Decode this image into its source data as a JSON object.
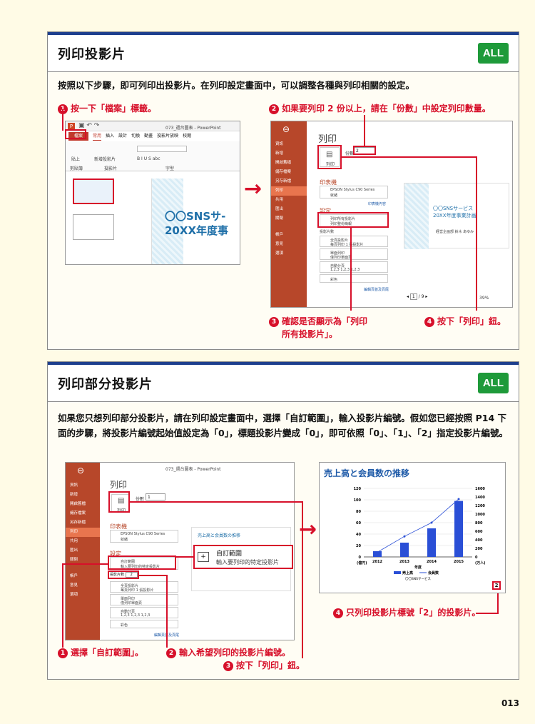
{
  "section1": {
    "title": "列印投影片",
    "badge": "ALL",
    "description": "按照以下步驟，即可列印出投影片。在列印設定畫面中，可以調整各種與列印相關的設定。",
    "callouts": [
      {
        "num": "1",
        "text": "按一下「檔案」標籤。"
      },
      {
        "num": "2",
        "text": "如果要列印 2 份以上，請在「份數」中設定列印數量。"
      },
      {
        "num": "3",
        "text": "確認是否顯示為「列印"
      },
      {
        "num": "",
        "text": "所有投影片」。"
      },
      {
        "num": "4",
        "text": "按下「列印」鈕。"
      }
    ],
    "ppt": {
      "title": "073_週台圖表 - PowerPoint",
      "tabs": [
        "檔案",
        "常用",
        "插入",
        "設計",
        "切換",
        "動畫",
        "投影片放映",
        "校閱"
      ],
      "groups": [
        "剪貼簿",
        "投影片",
        "字型"
      ],
      "paste": "貼上",
      "new_slide": "新增投影片",
      "slide_text1": "〇〇SNSサ-",
      "slide_text2": "20XX年度事"
    },
    "print": {
      "heading": "列印",
      "copies_label": "份數",
      "copies_value": "2",
      "print_btn": "列印",
      "printer_heading": "印表機",
      "printer_name": "EPSON Stylus C90 Series",
      "printer_status": "就緒",
      "printer_props": "印表機內容",
      "settings_heading": "設定",
      "opt_all": "列印所有投影片",
      "opt_all_sub": "列印整份簡報",
      "slides_label": "投影片數",
      "opt_full": "全頁投影片",
      "opt_full_sub": "每頁列印 1 張投影片",
      "opt_one": "單面列印",
      "opt_one_sub": "僅列印單面頁",
      "opt_collate": "自動分頁",
      "opt_collate_sub": "1,2,3  1,2,3  1,2,3",
      "opt_color": "彩色",
      "edit_hf": "編輯頁首及頁尾",
      "preview_t1": "〇〇SNSサービス",
      "preview_t2": "20XX年度事業計画",
      "preview_t3": "経営企画部  鈴木  あゆみ",
      "page_nav": "1",
      "page_total": "/ 9 ▸",
      "zoom": "39%",
      "side_items": [
        "資訊",
        "新增",
        "開啟舊檔",
        "儲存檔案",
        "另存新檔",
        "列印",
        "共用",
        "匯出",
        "關閉",
        "帳戶",
        "意見",
        "選項"
      ]
    }
  },
  "section2": {
    "title": "列印部分投影片",
    "badge": "ALL",
    "description": "如果您只想列印部分投影片，請在列印設定畫面中，選擇「自訂範圍」，輸入投影片編號。假如您已經按照 P14 下面的步驟，將投影片編號起始值設定為「0」，標題投影片變成「0」，即可依照「0」、「1」、「2」指定投影片編號。",
    "callouts": [
      {
        "num": "1",
        "text": "選擇「自訂範圍」。"
      },
      {
        "num": "2",
        "text": "輸入希望列印的投影片編號。"
      },
      {
        "num": "3",
        "text": "按下「列印」鈕。"
      },
      {
        "num": "4",
        "text": "只列印投影片標號「2」的投影片。"
      }
    ],
    "print": {
      "title": "073_週台圖表 - PowerPoint",
      "heading": "列印",
      "copies_label": "份數",
      "copies_value": "1",
      "print_btn": "列印",
      "custom_range": "自訂範圍",
      "custom_range_sub": "輸入要列印的特定投影片",
      "slides_label": "投影片數",
      "slides_value": "2",
      "preview_title": "売上高と会員数の推移"
    },
    "slide_number": "2",
    "chart_data": {
      "type": "bar",
      "title": "売上高と会員数の推移",
      "categories": [
        "2012",
        "2013",
        "2014",
        "2015"
      ],
      "series": [
        {
          "name": "売上高",
          "values": [
            10,
            25,
            50,
            98
          ],
          "axis": "left"
        },
        {
          "name": "会員数",
          "values": [
            110,
            480,
            800,
            1350
          ],
          "axis": "right",
          "type": "line"
        }
      ],
      "xlabel": "年度",
      "ylabel": "(億円)",
      "y2label": "(万人)",
      "ylim": [
        0,
        120
      ],
      "y2lim": [
        0,
        1600
      ],
      "yticks": [
        "0",
        "20",
        "40",
        "60",
        "80",
        "100",
        "120"
      ],
      "y2ticks": [
        "0",
        "200",
        "400",
        "600",
        "800",
        "1000",
        "1200",
        "1400",
        "1600"
      ],
      "footer": "〇〇SNSサービス",
      "colors": {
        "bar": "#2a4fd6",
        "line": "#2a4fd6"
      }
    }
  },
  "page_number": "013"
}
